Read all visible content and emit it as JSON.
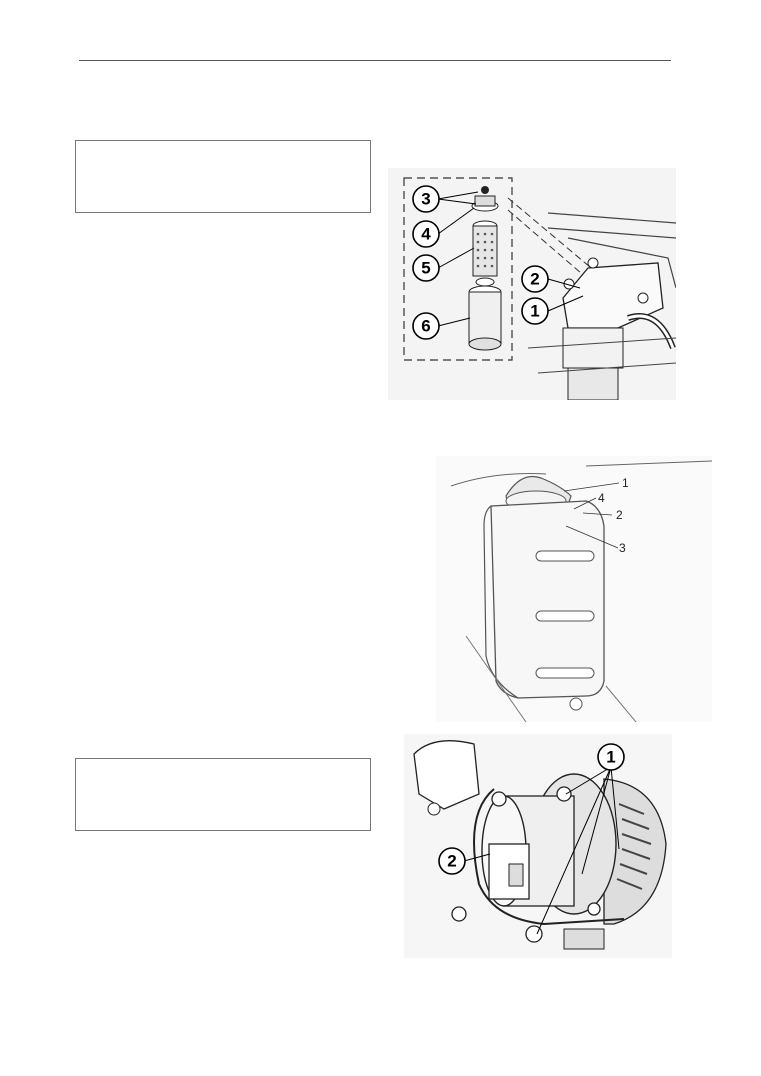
{
  "figures": {
    "fuel_filter": {
      "callouts": [
        "3",
        "4",
        "5",
        "6",
        "2",
        "1"
      ]
    },
    "oil_tank": {
      "labels": [
        "1",
        "4",
        "2",
        "3"
      ]
    },
    "alternator": {
      "callouts": [
        "1",
        "2"
      ]
    }
  }
}
